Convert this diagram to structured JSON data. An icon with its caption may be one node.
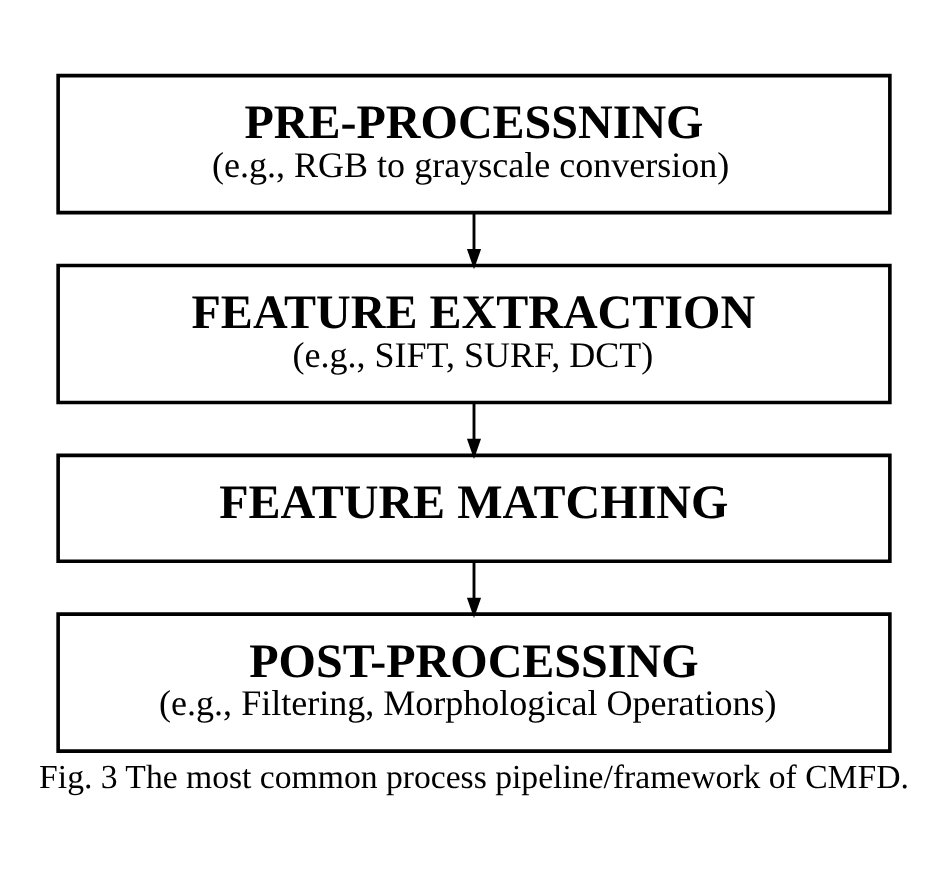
{
  "diagram": {
    "caption": "Fig. 3 The most common process pipeline/framework of CMFD.",
    "nodes": [
      {
        "text": [
          "PRE-PROCESSNING",
          "(e.g., RGB to grayscale conversion)"
        ]
      },
      {
        "text": [
          "FEATURE EXTRACTION",
          "(e.g., SIFT, SURF, DCT)"
        ]
      },
      {
        "text": [
          "FEATURE MATCHING"
        ]
      },
      {
        "text": [
          "POST-PROCESSING",
          "(e.g., Filtering, Morphological Operations)"
        ]
      }
    ],
    "edges": [
      {
        "from": 0,
        "to": 1,
        "arrow": "to"
      },
      {
        "from": 1,
        "to": 2,
        "arrow": "to"
      },
      {
        "from": 2,
        "to": 3,
        "arrow": "to"
      }
    ]
  }
}
